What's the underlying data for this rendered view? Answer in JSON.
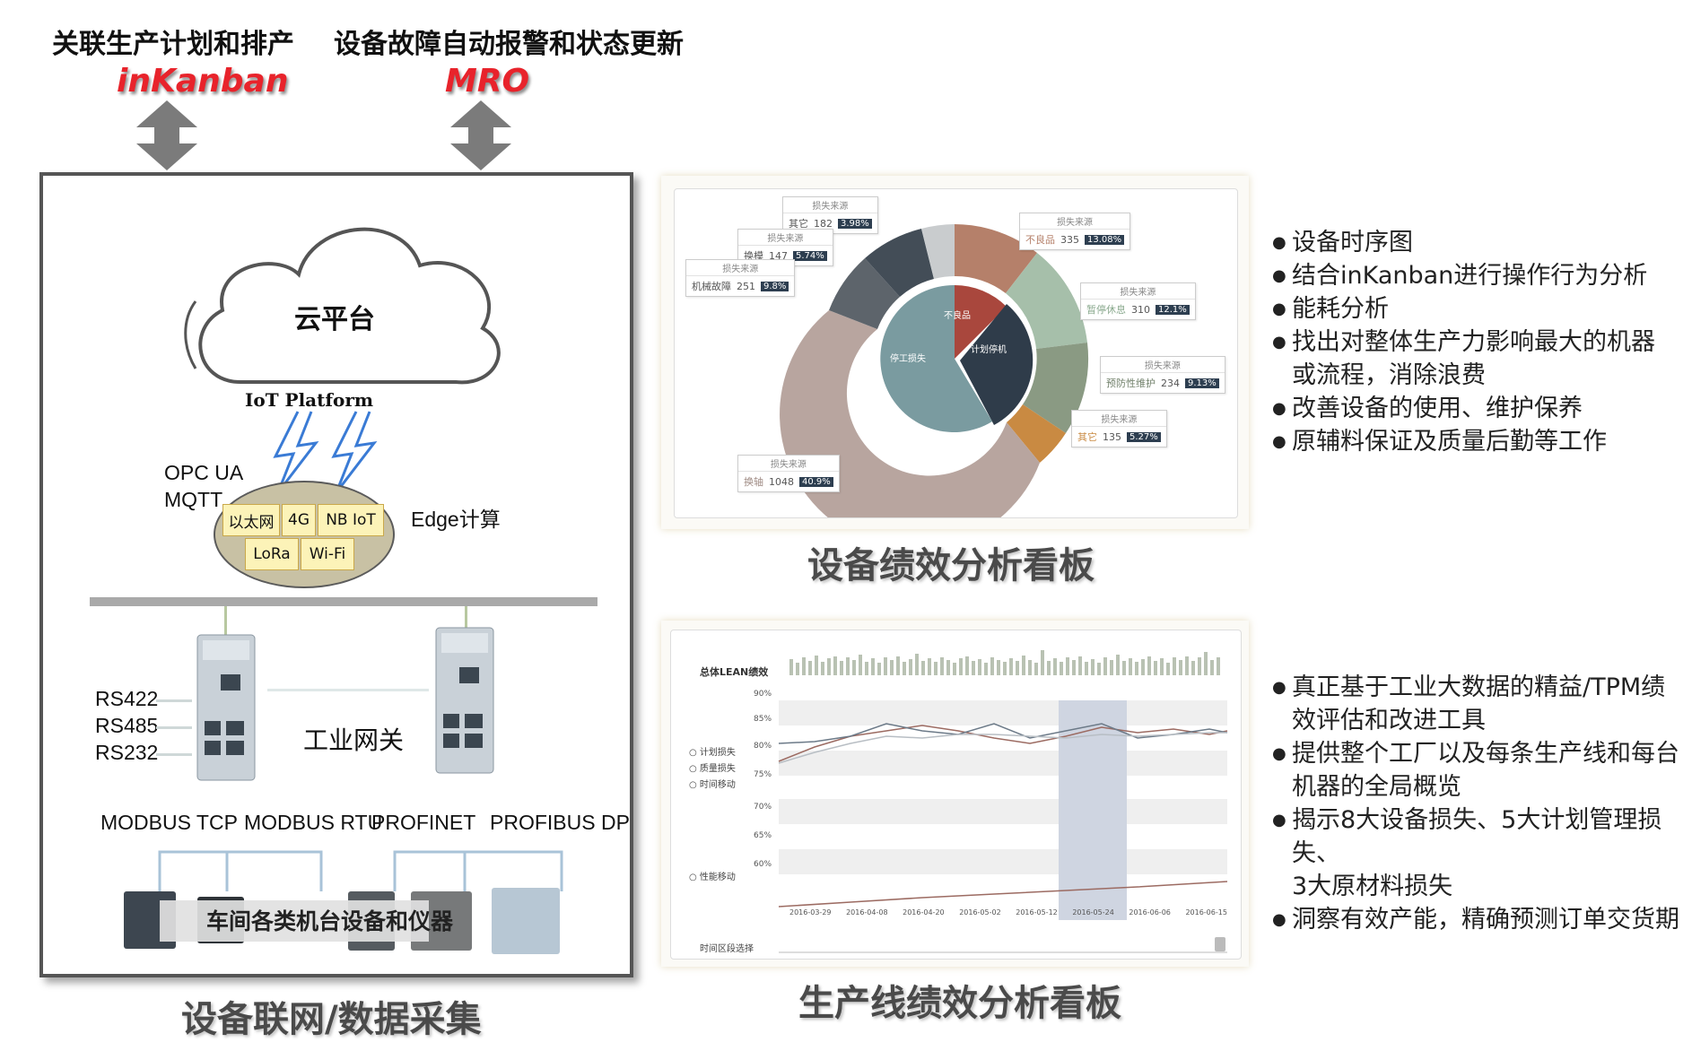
{
  "top": {
    "left_label": "关联生产计划和排产",
    "left_system": "inKanban",
    "right_label": "设备故障自动报警和状态更新",
    "right_system": "MRO"
  },
  "left_panel": {
    "cloud_label": "云平台",
    "iot_platform": "IoT Platform",
    "protocol1": "OPC UA",
    "protocol2": "MQTT",
    "edge_label": "Edge计算",
    "networks": [
      "以太网",
      "4G",
      "NB IoT",
      "LoRa",
      "Wi-Fi"
    ],
    "serial": [
      "RS422",
      "RS485",
      "RS232"
    ],
    "gateway_label": "工业网关",
    "fieldbus": [
      "MODBUS TCP",
      "MODBUS RTU",
      "PROFINET",
      "PROFIBUS DP"
    ],
    "devices_label": "车间各类机台设备和仪器",
    "caption": "设备联网/数据采集"
  },
  "equipment_dashboard": {
    "caption": "设备绩效分析看板",
    "inner_pie": [
      "不良品",
      "计划停机",
      "停工损失"
    ],
    "tag_header": "损失来源",
    "tags": [
      {
        "name": "其它",
        "value": "182",
        "pct": "3.98%"
      },
      {
        "name": "换模",
        "value": "147",
        "pct": "5.74%"
      },
      {
        "name": "机械故障",
        "value": "251",
        "pct": "9.8%"
      },
      {
        "name": "不良品",
        "value": "335",
        "pct": "13.08%"
      },
      {
        "name": "暂停休息",
        "value": "310",
        "pct": "12.1%"
      },
      {
        "name": "预防性维护",
        "value": "234",
        "pct": "9.13%"
      },
      {
        "name": "其它",
        "value": "135",
        "pct": "5.27%"
      },
      {
        "name": "换轴",
        "value": "1048",
        "pct": "40.9%"
      }
    ],
    "colors": {
      "not_good": "#b5806a",
      "rest": "#a6bfaa",
      "pm": "#8a9a83",
      "other": "#c98a42",
      "change_axis": "#b8a59f",
      "mech": "#5d646b",
      "mould": "#434d57",
      "other2": "#c9ccce",
      "inner_red": "#a9473d",
      "inner_dark": "#2f3c4a",
      "inner_teal": "#7a9ba0"
    }
  },
  "line_dashboard": {
    "caption": "生产线绩效分析看板",
    "header_label": "总体LEAN绩效",
    "y_ticks": [
      "90%",
      "85%",
      "80%",
      "75%",
      "70%",
      "65%",
      "60%"
    ],
    "legend": [
      "计划损失",
      "质量损失",
      "时间移动"
    ],
    "perf_legend": "性能移动",
    "x_ticks": [
      "2016-03-29",
      "2016-04-08",
      "2016-04-20",
      "2016-05-02",
      "2016-05-12",
      "2016-05-24",
      "2016-06-06",
      "2016-06-15"
    ],
    "range_label": "时间区段选择"
  },
  "bullets_top": [
    "设备时序图",
    "结合inKanban进行操作行为分析",
    "能耗分析",
    "找出对整体生产力影响最大的机器",
    "或流程，消除浪费",
    "改善设备的使用、维护保养",
    "原辅料保证及质量后勤等工作"
  ],
  "bullets_bottom": [
    "真正基于工业大数据的精益/TPM绩",
    "效评估和改进工具",
    "提供整个工厂以及每条生产线和每台",
    "机器的全局概览",
    "揭示8大设备损失、5大计划管理损失、",
    "3大原材料损失",
    "洞察有效产能，精确预测订单交货期"
  ]
}
